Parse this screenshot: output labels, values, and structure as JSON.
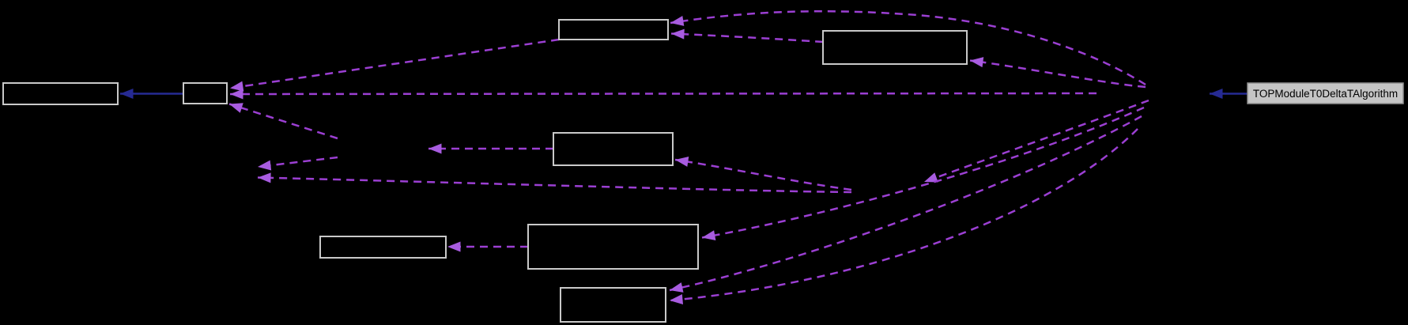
{
  "diagram": {
    "type": "doxygen-collaboration-graph",
    "background": "#000000",
    "colors": {
      "node_border": "#c9c9c9",
      "node_fill": "#000000",
      "main_node_fill": "#c5c5c5",
      "main_node_border": "#8f8f8f",
      "main_node_text": "#000000",
      "usage_edge": "#9b3fd2",
      "usage_arrowhead": "#a85ce0",
      "inheritance_edge": "#262a93"
    },
    "main_node": {
      "label": "TOPModuleT0DeltaTAlgorithm"
    },
    "unlabeled_node_count": 8,
    "nodes": [
      {
        "id": "top-box",
        "label": ""
      },
      {
        "id": "top-right-box",
        "label": ""
      },
      {
        "id": "left-box",
        "label": ""
      },
      {
        "id": "small-box",
        "label": ""
      },
      {
        "id": "middle-box",
        "label": ""
      },
      {
        "id": "lower-left-box",
        "label": ""
      },
      {
        "id": "large-box",
        "label": ""
      },
      {
        "id": "bottom-box",
        "label": ""
      },
      {
        "id": "main-node",
        "label": "TOPModuleT0DeltaTAlgorithm"
      }
    ],
    "edges": [
      {
        "style": "dashed",
        "kind": "usage",
        "from": "right-fan-point",
        "to": "top-box",
        "shape": "arc-over-top"
      },
      {
        "style": "dashed",
        "kind": "usage",
        "from": "top-right-box",
        "to": "top-box"
      },
      {
        "style": "dashed",
        "kind": "usage",
        "from": "right-fan-point",
        "to": "top-right-box"
      },
      {
        "style": "dashed",
        "kind": "usage",
        "from": "right-fan-point",
        "to": "mid-space-arrow"
      },
      {
        "style": "dashed",
        "kind": "usage",
        "from": "right-fan-point",
        "to": "large-box-right"
      },
      {
        "style": "dashed",
        "kind": "usage",
        "from": "right-fan-point",
        "to": "bottom-box-upper"
      },
      {
        "style": "dashed",
        "kind": "usage",
        "from": "right-fan-point",
        "to": "bottom-box-lower"
      },
      {
        "style": "dashed",
        "kind": "usage",
        "from": "top-box",
        "to": "small-box-upper"
      },
      {
        "style": "dashed",
        "kind": "usage",
        "from": "far-right",
        "to": "small-box-middle",
        "shape": "long-horizontal"
      },
      {
        "style": "dashed",
        "kind": "usage",
        "from": "mid-area",
        "to": "small-box-corner"
      },
      {
        "style": "dashed",
        "kind": "usage",
        "from": "middle-box",
        "to": "mid-left-space-arrow"
      },
      {
        "style": "dashed",
        "kind": "usage",
        "from": "mid-area",
        "to": "left-space-arrow-upper"
      },
      {
        "style": "dashed",
        "kind": "usage",
        "from": "mid-junction",
        "to": "left-space-arrow-lower",
        "shape": "long-flat"
      },
      {
        "style": "dashed",
        "kind": "usage",
        "from": "mid-junction",
        "to": "middle-box-right"
      },
      {
        "style": "dashed",
        "kind": "usage",
        "from": "large-box",
        "to": "lower-left-box"
      },
      {
        "style": "solid",
        "kind": "inheritance",
        "from": "small-box",
        "to": "left-box"
      },
      {
        "style": "solid",
        "kind": "inheritance",
        "from": "main-node",
        "to": "hidden-left-target"
      }
    ]
  }
}
